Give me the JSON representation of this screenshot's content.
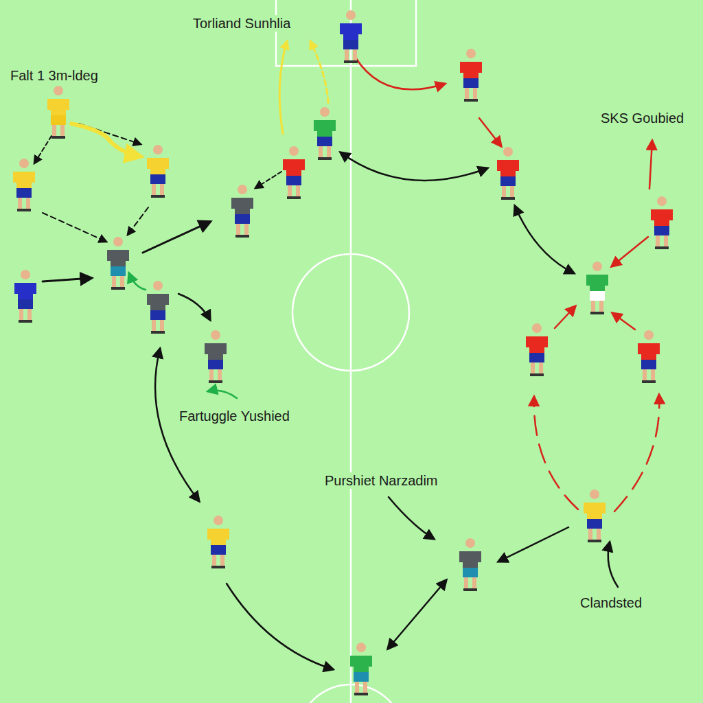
{
  "diagram": {
    "labels": [
      "Torliand Sunhlia",
      "Falt 1 3m-ldeg",
      "SKS Goubied",
      "Fartuggle Yushied",
      "Purshiet Narzadim",
      "Clandsted"
    ]
  }
}
